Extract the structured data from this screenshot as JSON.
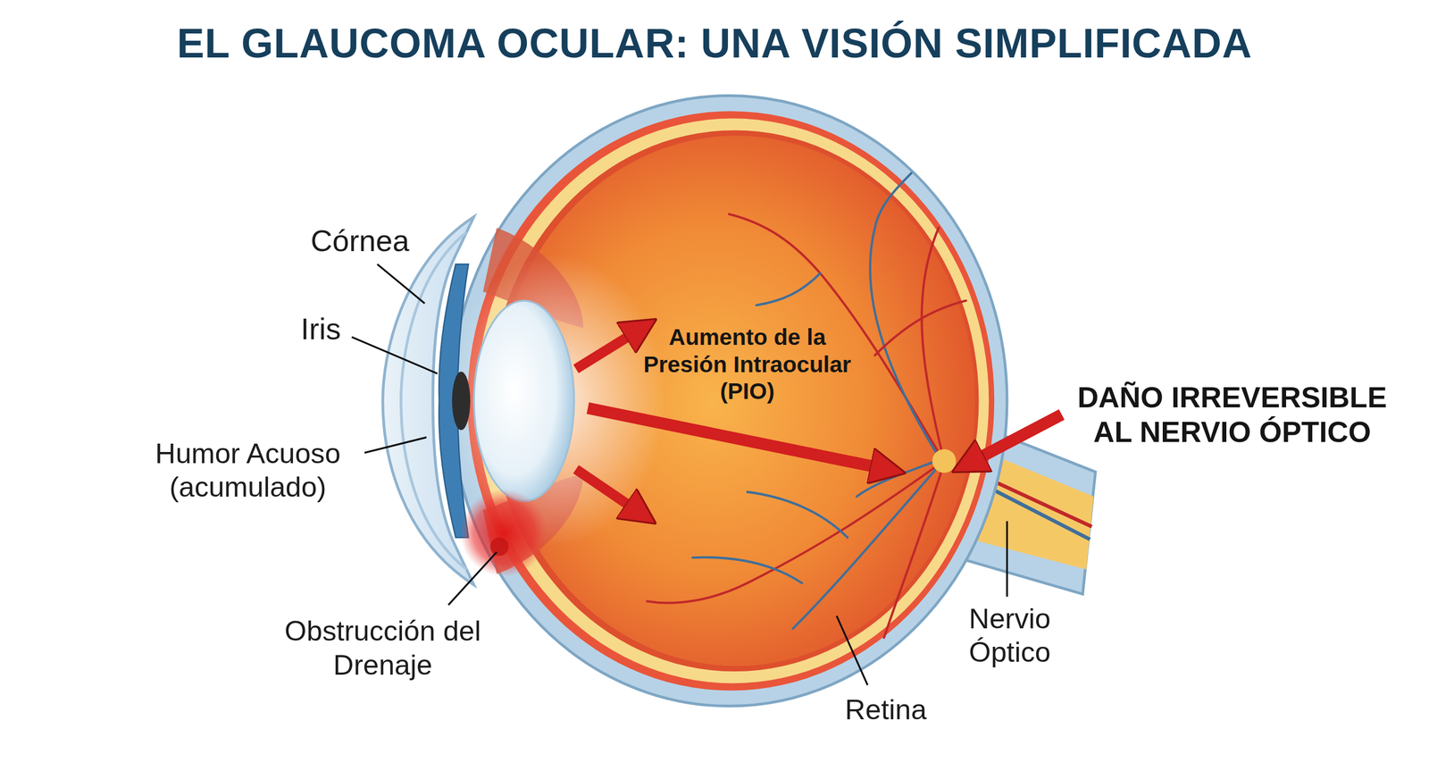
{
  "diagram": {
    "title": "EL GLAUCOMA OCULAR: UNA VISIÓN SIMPLIFICADA",
    "labels": [
      "Córnea",
      "Iris",
      "Humor Acuoso (acumulado)",
      "Obstrucción del Drenaje",
      "Aumento de la Presión Intraocular (PIO)",
      "DAÑO IRREVERSIBLE AL NERVIO ÓPTICO",
      "Nervio Óptico",
      "Retina"
    ]
  }
}
